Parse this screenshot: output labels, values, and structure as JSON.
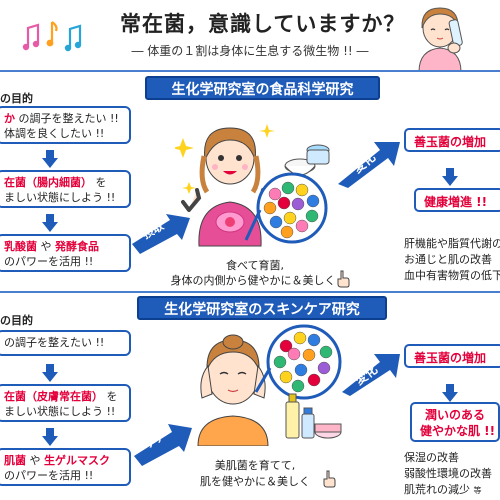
{
  "header": {
    "title": "常在菌，意識していますか？",
    "subtitle": "― 体重の１割は身体に生息する微生物 !! ―"
  },
  "food": {
    "heading": "生化学研究室の食品科学研究",
    "purpose_label": "の目的",
    "box1_pre": "か",
    "box1_post": " の調子を整えたい !!",
    "box1_line2": "体調を良くしたい !!",
    "box2_red": "在菌（腸内細菌）",
    "box2_post": " を",
    "box2_line2": "ましい状態にしよう !!",
    "box3_red1": "乳酸菌",
    "box3_mid": " や ",
    "box3_red2": "発酵食品",
    "box3_line2": "のパワーを活用 !!",
    "intake_label": "摂取",
    "change_label": "変化",
    "caption_line1": "食べて育菌,",
    "caption_line2": "身体の内側から健やかに＆美しく",
    "result1": "善玉菌の増加",
    "result2": "健康増進 !!",
    "notes": [
      "肝機能や脂質代謝の",
      "お通じと肌の改善",
      "血中有害物質の低下"
    ]
  },
  "skin": {
    "heading": "生化学研究室のスキンケア研究",
    "purpose_label": "の目的",
    "box1_post": "の調子を整えたい !!",
    "box2_red": "在菌（皮膚常在菌）",
    "box2_post": " を",
    "box2_line2": "ましい状態にしよう !!",
    "box3_red1": "肌菌",
    "box3_mid": " や ",
    "box3_red2": "生ゲルマスク",
    "box3_line2": "のパワーを活用 !!",
    "care_label": "ケア",
    "change_label": "変化",
    "caption_line1": "美肌菌を育てて,",
    "caption_line2": "肌を健やかに＆美しく",
    "result1": "善玉菌の増加",
    "result2_line1": "潤いのある",
    "result2_line2": "健やかな肌 !!",
    "notes": [
      "保湿の改善",
      "弱酸性環境の改善",
      "肌荒れの減少"
    ],
    "notes_suffix": "等"
  },
  "colors": {
    "accent": "#1f5bb8",
    "emphasis": "#e4003a"
  }
}
